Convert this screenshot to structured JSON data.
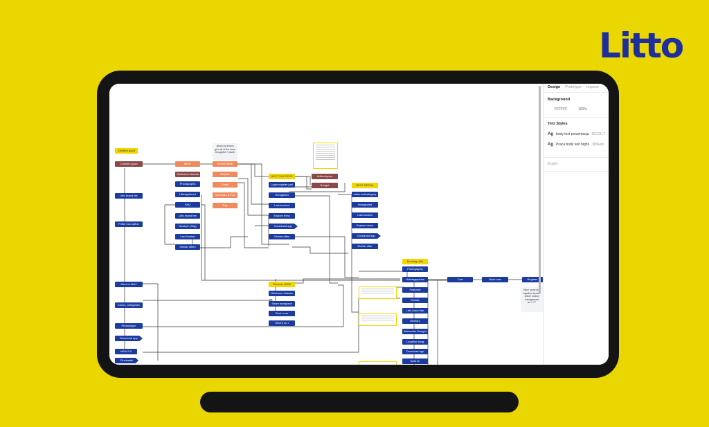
{
  "brand": {
    "logo": "Litto"
  },
  "panel": {
    "tabs": [
      "Design",
      "Prototype",
      "Inspect"
    ],
    "background_label": "Background",
    "background_hex": "FFFFFF",
    "background_opacity": "100%",
    "text_styles_label": "Text Styles",
    "text_styles": [
      {
        "name": "body text prezentacja",
        "meta": "26/120.7"
      },
      {
        "name": "Praca body text highli",
        "meta": "38/Auto"
      }
    ],
    "export_label": "Export"
  },
  "flow": {
    "c1": [
      "Children good",
      "Litto brand fee",
      "Frilter trsv opfion",
      "Need a villa?",
      "Koncz, categories",
      "Photoslayer",
      "Download app",
      "NEW S.0",
      "Pinulsettel"
    ],
    "c2": [
      "NEXT",
      "Obdemed classes",
      "Photographs",
      "Hiteslyplaced",
      "FAQ",
      "Litto brand fee",
      "Newlyer (Shg)",
      "Last Nosfad",
      "Similar offers"
    ],
    "c3": [
      "HOMEPAGE",
      "Results",
      "Detail",
      "Summary & Pay",
      "Pay"
    ],
    "c4": [
      "NEXT SUCCESS",
      "Login register pall",
      "Homghlted",
      "Last booked",
      "Explore trivia",
      "Download app",
      "Similar offes",
      "Recover NOW",
      "Obdemen classes",
      "Share wowplace",
      "Rent a car",
      "Where do I"
    ],
    "c5": [
      "Addnoleyers",
      "Budget"
    ],
    "c6": [
      "NEXT DETAIL",
      "make subcategory",
      "Homgloded",
      "Last booked",
      "Explore news",
      "Download app",
      "Similar offer"
    ],
    "c7": [
      "Booking offer",
      "Photography",
      "Hotelsgraphics",
      "Featured",
      "Details",
      "Litto brand fee",
      "Itinerary",
      "Attraculter thought",
      "Loqation shug",
      "Download app",
      "Note fie"
    ],
    "c8": [
      "Cart",
      "Book now",
      "Register"
    ],
    "top_note": "About us desion\ngive all at the more\nthoughtful + planb",
    "side_note": "Have some text\ntogether shorter\nonline control\nmanagement\nan 1 77"
  }
}
